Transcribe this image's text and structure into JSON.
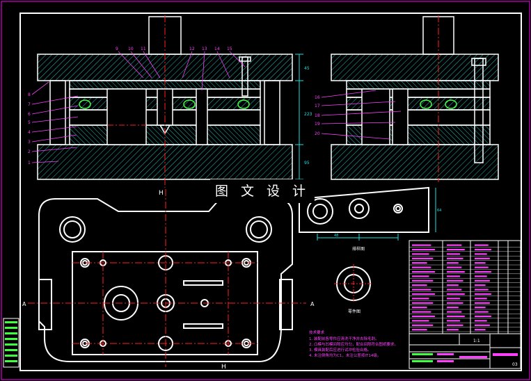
{
  "watermark": {
    "text": "图 文 设 计"
  },
  "colors": {
    "background": "#000000",
    "outline": "#ffffff",
    "frame": "#ff00ff",
    "centerline": "#ff2020",
    "hatch": "#20c0c0",
    "dimension": "#20e0e0",
    "leader": "#ff40ff",
    "spring": "#40ff40"
  },
  "callouts_left": [
    "1",
    "2",
    "3",
    "4",
    "5",
    "6",
    "7",
    "8"
  ],
  "callouts_top": [
    "9",
    "10",
    "11",
    "12",
    "13",
    "14",
    "15"
  ],
  "callouts_right_view": [
    "16",
    "17",
    "18",
    "19",
    "20"
  ],
  "section_labels": {
    "top": "H",
    "bottom": "H",
    "left": "A",
    "right": "A"
  },
  "dimensions": {
    "height_total": "223",
    "upper": "45",
    "lower": "95",
    "strip_width": "64",
    "strip_pitch": "48"
  },
  "view_titles": {
    "strip": "排样图",
    "part": "零件图"
  },
  "tech_requirements": {
    "title": "技术要求",
    "items": [
      "1. 装配前各零件应清洗干净并去除毛刺。",
      "2. 凸模与凹模间隙应均匀，配合间隙符合图纸要求。",
      "3. 模具装配后应进行试冲检验合格。",
      "4. 未注倒角均为C1，未注公差按IT14级。"
    ]
  },
  "title_block": {
    "scale": "1:1",
    "sheet": "03"
  }
}
